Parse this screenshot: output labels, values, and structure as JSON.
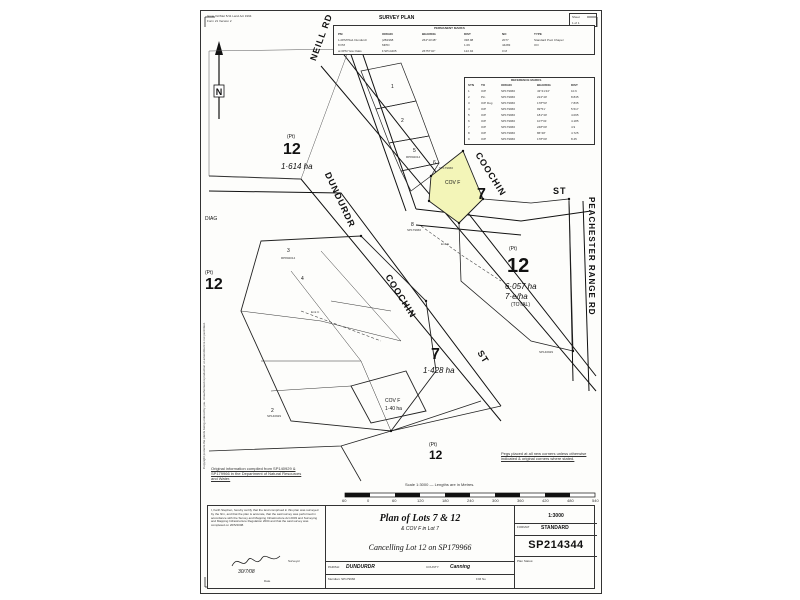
{
  "header": {
    "left_note_1": "Issue Vic/Met 5/11 Land Act 1994",
    "left_note_2": "Form 21 Version 2",
    "title": "SURVEY PLAN",
    "sheet_label": "Sheet",
    "sheet_of": "1 of 1"
  },
  "permanent_marks": {
    "title": "PERMANENT MARKS",
    "columns": [
      "PM",
      "ORIGIN",
      "BEARING",
      "DIST",
      "NO",
      "TYPE"
    ],
    "rows": [
      [
        "1-0PM70a1 Dundurdr",
        "(2B1968",
        "264°44'48\"",
        "338.98",
        "2077",
        "Standard Pool Chapel"
      ],
      [
        "  8 PM",
        "MPID",
        "",
        "1.09",
        "44283",
        "OO"
      ],
      [
        "  at 0PM Yew Oaks",
        "ll.SP14405",
        "26757'40\"",
        "122.94",
        "0 M",
        ""
      ]
    ]
  },
  "reference_marks": {
    "title": "REFERENCE MARKS",
    "columns": [
      "STN",
      "TO",
      "ORIGIN",
      "BEARING",
      "DIST"
    ],
    "rows": [
      [
        "1",
        "O/P",
        "SP179966",
        "43°41'44\"",
        "10.6"
      ],
      [
        "2",
        "Pin",
        "SP179966",
        "224°40'",
        "8.845"
      ],
      [
        "3",
        "O/P Dog",
        "SP179966",
        "178°53'",
        "7.835"
      ],
      [
        "4",
        "O/P",
        "SP179966",
        "99°51'",
        "5.517"
      ],
      [
        "5",
        "O/P",
        "SP179966",
        "181°30'",
        "4.095"
      ],
      [
        "6",
        "O/P",
        "SP179966",
        "107°01'",
        "4.185"
      ],
      [
        "7",
        "O/P",
        "SP179966",
        "248°00'",
        "4.9"
      ],
      [
        "8",
        "O/P",
        "SP179966",
        "86°48'",
        "4.725"
      ],
      [
        "9",
        "O/P",
        "SP179966",
        "178°00'",
        "8.45"
      ]
    ]
  },
  "roads": {
    "neill": "NEILL RD",
    "dundurdr": "DUNDURDR",
    "coochin_top": "COOCHIN",
    "coochin_mid": "COOCHIN",
    "st_top": "ST",
    "st_mid": "ST",
    "peachester": "PEACHESTER RANGE RD"
  },
  "lots": {
    "pt_label": "(Pt)",
    "lot12_nw_number": "12",
    "lot12_nw_area": "1·614 ha",
    "lot7_small_number": "7",
    "cov_f_top": "COV F",
    "lot12_main_number": "12",
    "lot12_main_area_1": "6·057 ha",
    "lot12_main_area_2": "7·e/ha",
    "lot12_main_total": "(TOTAL)",
    "lot12_west_number": "12",
    "lot7_main_number": "7",
    "lot7_main_area": "1·428 ha",
    "cov_f_main": "COV F",
    "cov_f_area": "1·40 ha",
    "lot12_south_number": "12",
    "diag": "DIAG",
    "easement_e": "Emt E",
    "easement_c": "Emt C"
  },
  "adjacent_lots": {
    "lot_1": "1",
    "lot_2": "2",
    "lot_3": "3",
    "lot_4": "4",
    "lot_5": "5",
    "lot_6": "6",
    "lot_8": "8",
    "lot_2_label": "SP179966",
    "lot_5_label": "RP802014",
    "lot_6_label": "SP179966",
    "lot_3_label": "RP802014",
    "lot_2b_label": "SP140929",
    "lot_1_label": "SP140929"
  },
  "notes": {
    "original_info": "Original information compiled from SP140929 & SP179966 in the Department of Natural Resources and Water.",
    "peg_note": "Pegs placed at all new corners unless otherwise indicated & original corners where stated."
  },
  "scale_bar": {
    "caption": "Scale 1:3000 — Lengths are in Metres.",
    "ticks": [
      "60",
      "0",
      "60",
      "120",
      "180",
      "240",
      "300",
      "360",
      "420",
      "480",
      "540"
    ]
  },
  "title_block": {
    "plan_title": "Plan of Lots 7 & 12",
    "plan_subtitle": "& COV F in Lot 7",
    "cancelling": "Cancelling Lot 12 on SP179966",
    "parish_label": "PARISH:",
    "parish": "DUNDURDR",
    "county_label": "COUNTY:",
    "county": "Canning",
    "meridian": "Meridian: SP179966",
    "fmt_label": "F/M No",
    "scale": "1:3000",
    "format_label": "FORMAT",
    "format": "STANDARD",
    "plan_number": "SP214344",
    "plan_status": "Plan Status:",
    "surveyor_note": "I, Keith Stephen, hereby certify that the land comprised in this plan was surveyed by the firm, and that the plan is accurate, that the said survey was performed in accordance with the Survey and Mapping Infrastructure Act 2003 and Surveying and Mapping Infrastructure Regulation 2004 and that the said survey was completed on 20/5/2008.",
    "signature_date": "30/7/08",
    "surveyor_role": "Surveyor",
    "date_label": "Date"
  },
  "side_note": "Copyright protects the plan/s being ordered by you. Unauthorised reproduction or amendment is not permitted."
}
